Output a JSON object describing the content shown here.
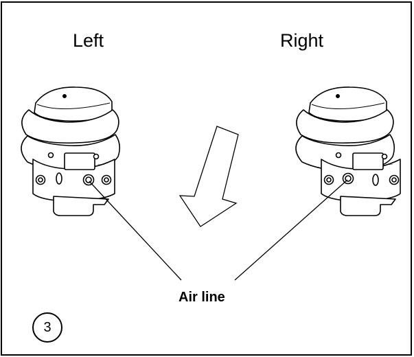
{
  "labels": {
    "left": "Left",
    "right": "Right",
    "air_line": "Air line"
  },
  "step_number": "3",
  "colors": {
    "line": "#000000",
    "fill": "#ffffff"
  },
  "icons": [
    "air-spring-left",
    "air-spring-right",
    "direction-arrow"
  ]
}
